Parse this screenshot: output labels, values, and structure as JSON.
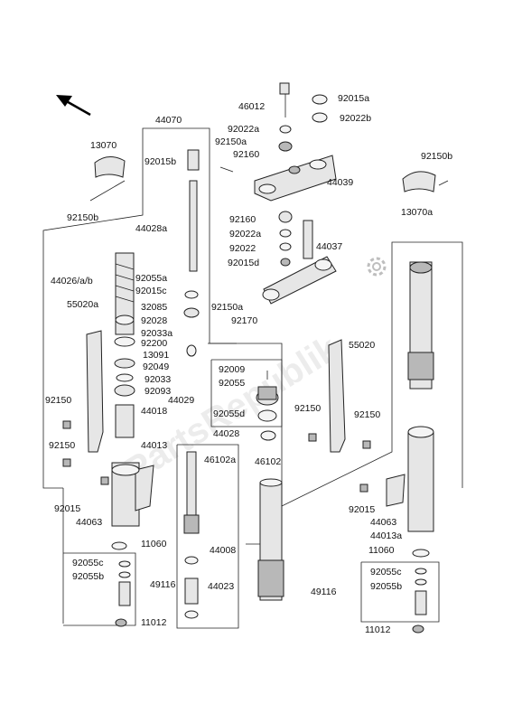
{
  "labels": {
    "l44070": "44070",
    "l46012": "46012",
    "l92015a_top": "92015a",
    "l92022a_top": "92022a",
    "l92022b": "92022b",
    "l92150a_top": "92150a",
    "l92160_top": "92160",
    "l13070": "13070",
    "l92015b": "92015b",
    "l92150b_left": "92150b",
    "l44039": "44039",
    "l92150b_right": "92150b",
    "l13070a": "13070a",
    "l44028a": "44028a",
    "l92160_mid": "92160",
    "l92022a_mid": "92022a",
    "l92022": "92022",
    "l44037": "44037",
    "l92015d": "92015d",
    "l44026": "44026/a/b",
    "l92055a": "92055a",
    "l92015c": "92015c",
    "l55020a": "55020a",
    "l32085": "32085",
    "l92150a_mid": "92150a",
    "l92028": "92028",
    "l92170": "92170",
    "l92033a": "92033a",
    "l92200": "92200",
    "l13091": "13091",
    "l55020": "55020",
    "l92049": "92049",
    "l92009": "92009",
    "l92033": "92033",
    "l92055": "92055",
    "l92093": "92093",
    "l92150_left": "92150",
    "l44029": "44029",
    "l44018": "44018",
    "l92150_mid": "92150",
    "l92150_right": "92150",
    "l92055d": "92055d",
    "l44028": "44028",
    "l92150_left2": "92150",
    "l44013": "44013",
    "l46102a": "46102a",
    "l46102": "46102",
    "l92015_left": "92015",
    "l44063_left": "44063",
    "l92015_right": "92015",
    "l44063_right": "44063",
    "l44013a": "44013a",
    "l11060_left": "11060",
    "l11060_right": "11060",
    "l44008": "44008",
    "l92055c_left": "92055c",
    "l92055b_left": "92055b",
    "l92055c_right": "92055c",
    "l49116_mid": "49116",
    "l44023": "44023",
    "l49116_right": "49116",
    "l92055b_right": "92055b",
    "l11012_left": "11012",
    "l11012_right": "11012"
  },
  "watermark": "PartsRepublik",
  "icons": {
    "direction_arrow": "arrow-up-left-icon",
    "gear": "gear-icon"
  }
}
